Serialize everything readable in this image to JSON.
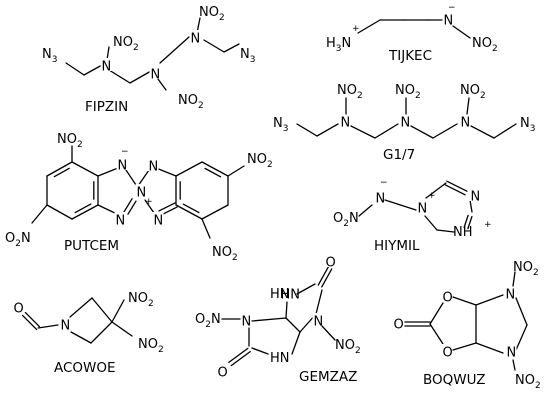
{
  "molecules": [
    {
      "id": "fipzin",
      "name": "FIPZIN"
    },
    {
      "id": "tijkec",
      "name": "TIJKEC"
    },
    {
      "id": "g17",
      "name": "G1/7"
    },
    {
      "id": "putcem",
      "name": "PUTCEM"
    },
    {
      "id": "hiymil",
      "name": "HIYMIL"
    },
    {
      "id": "acowoe",
      "name": "ACOWOE"
    },
    {
      "id": "gemzaz",
      "name": "GEMZAZ"
    },
    {
      "id": "boqwuz",
      "name": "BOQWUZ"
    }
  ],
  "atoms": {
    "n": "N",
    "h": "H",
    "o": "O",
    "nh": "NH",
    "hn": "HN",
    "no": "NO",
    "o2n": "O",
    "h3": "H",
    "n3": "N"
  },
  "subs": {
    "two": "2",
    "three": "3"
  },
  "charges": {
    "plus": "+",
    "minus": "−"
  }
}
